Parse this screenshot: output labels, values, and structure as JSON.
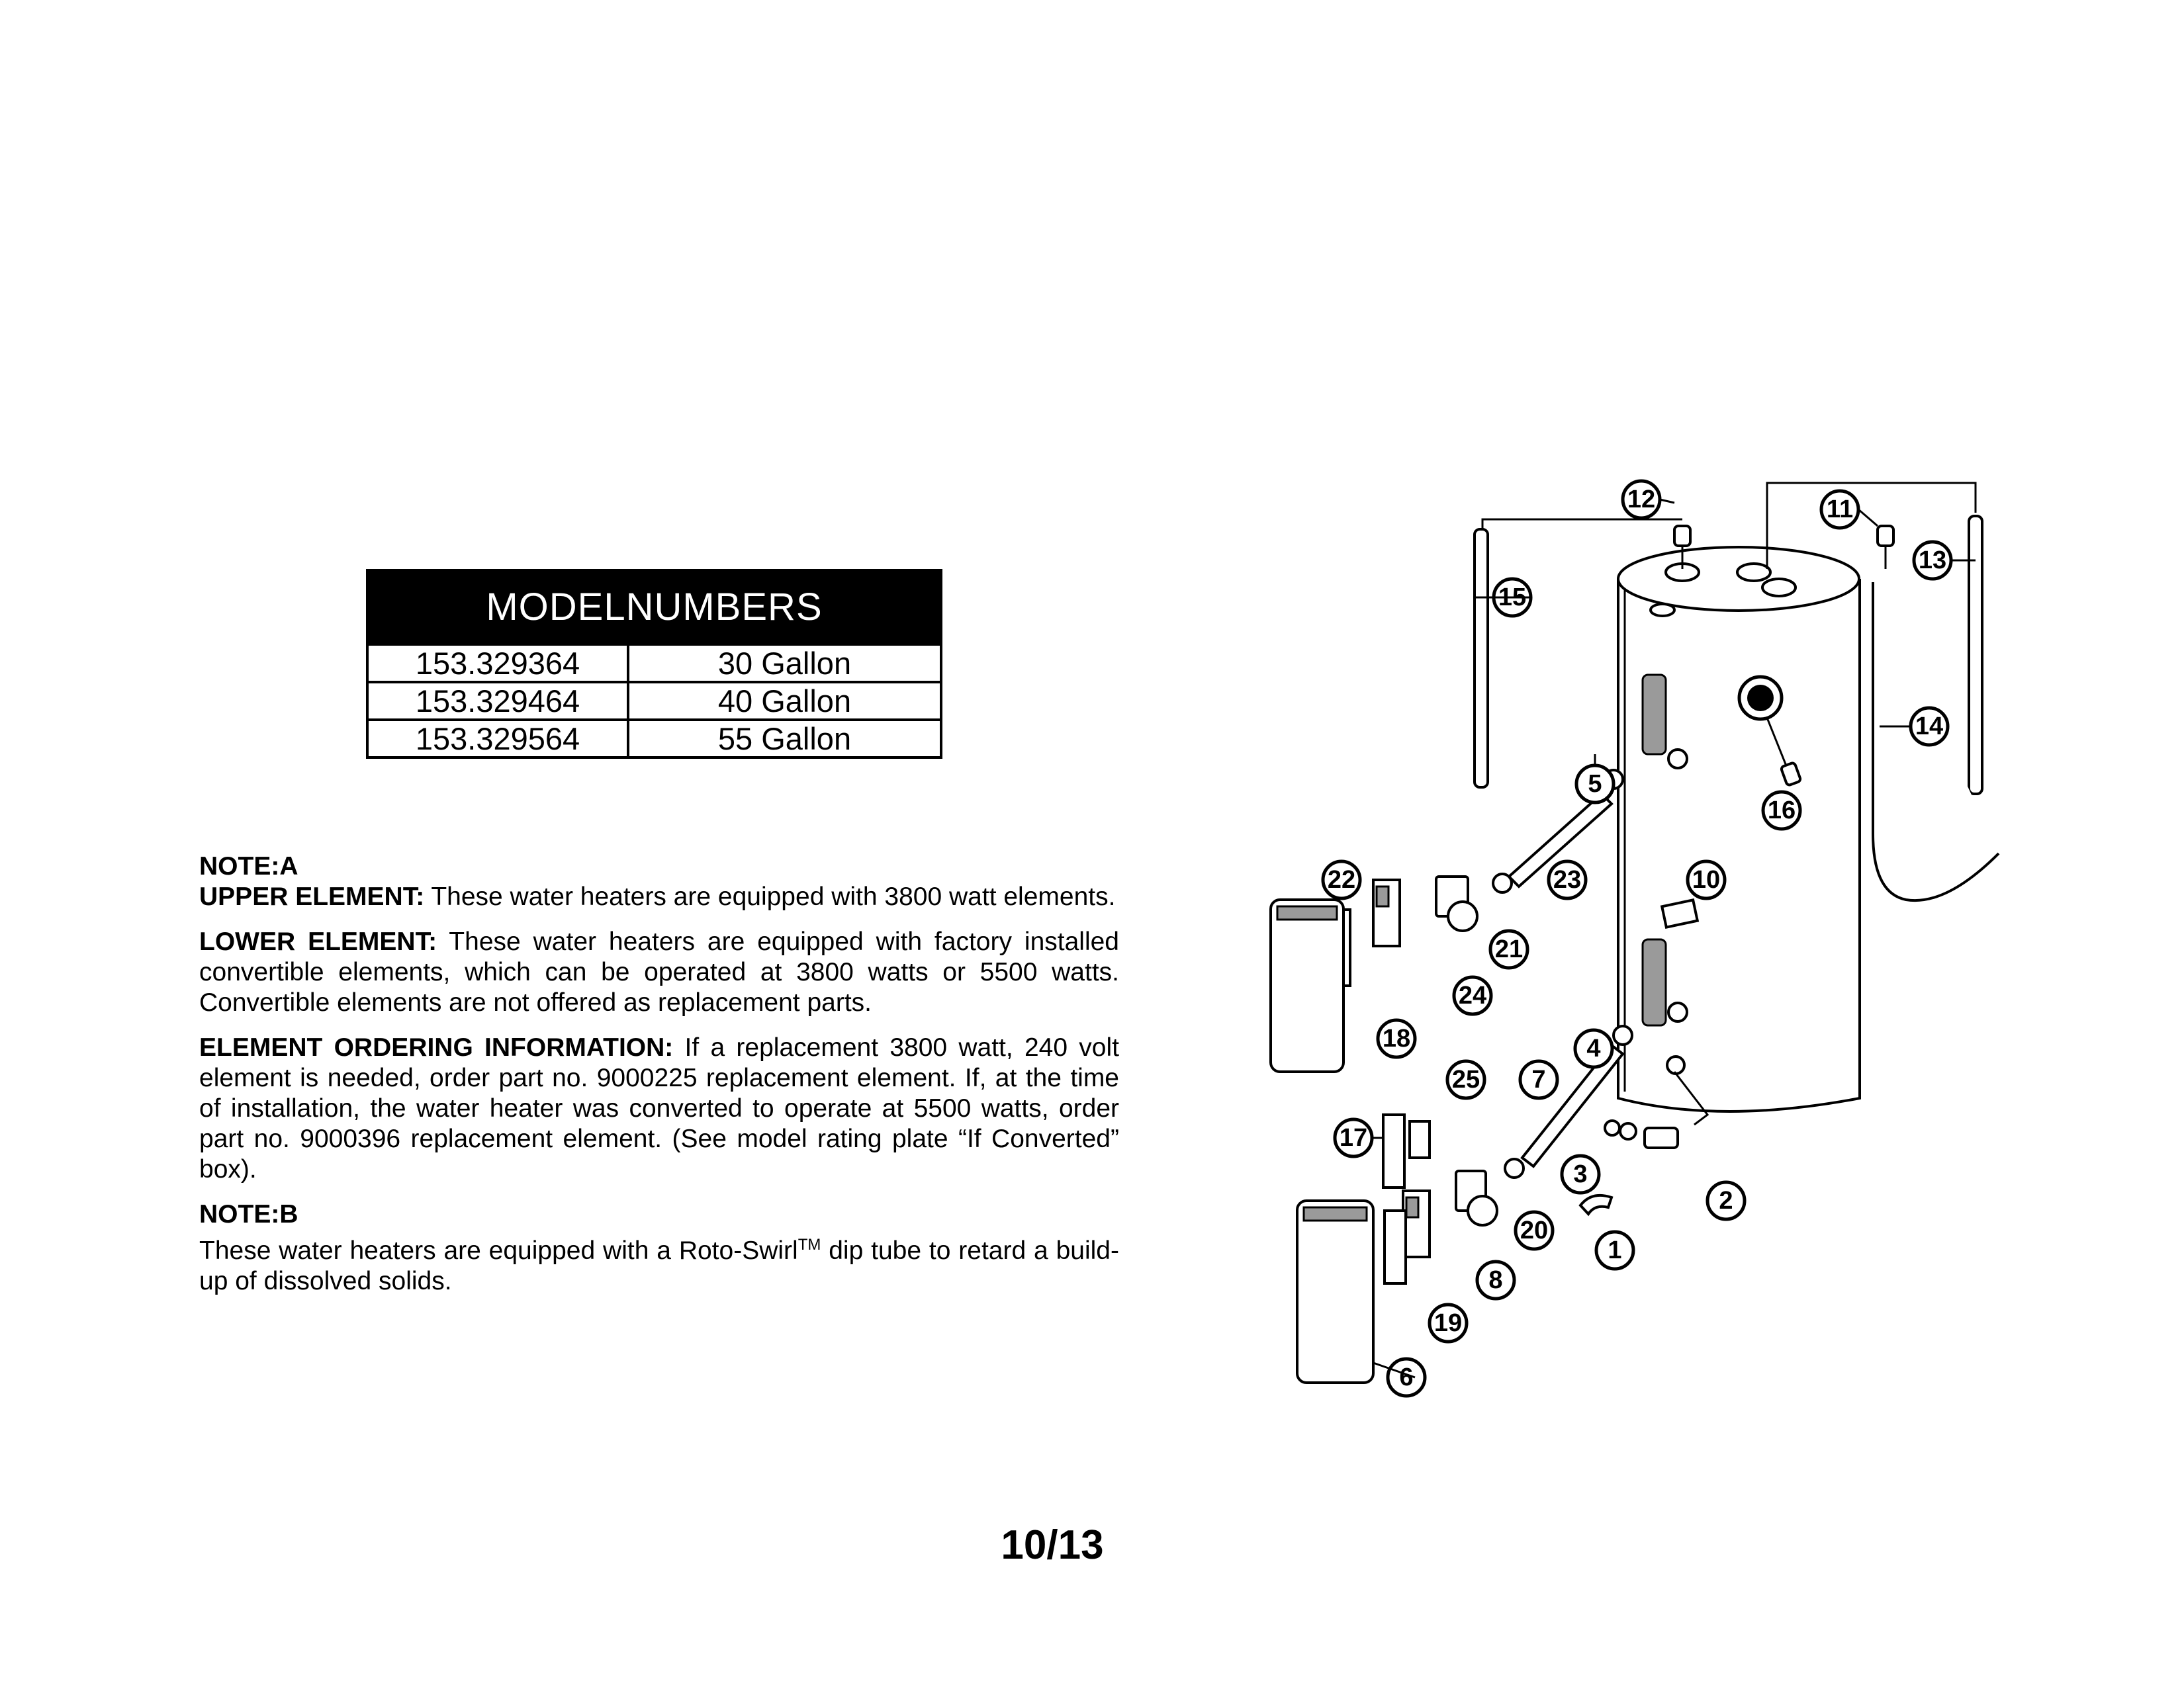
{
  "model_table": {
    "header": "MODELNUMBERS",
    "rows": [
      {
        "model": "153.329364",
        "size": "30 Gallon"
      },
      {
        "model": "153.329464",
        "size": "40 Gallon"
      },
      {
        "model": "153.329564",
        "size": "55 Gallon"
      }
    ]
  },
  "notes": {
    "note_a_title": "NOTE:A",
    "upper_label": "UPPER ELEMENT:",
    "upper_text": " These water heaters are equipped with 3800 watt elements.",
    "lower_label": "LOWER ELEMENT:",
    "lower_text": " These water heaters are equipped with factory installed convertible elements, which can be operated at 3800 watts or 5500 watts. Convertible elements are not offered as replacement parts.",
    "ordering_label": "ELEMENT ORDERING INFORMATION:",
    "ordering_text": " If a replacement 3800 watt, 240 volt element is needed, order part no. 9000225 replacement element. If, at the time of installation, the water heater was converted to operate at 5500 watts, order part no. 9000396 replacement element. (See model rating plate “If Converted” box).",
    "note_b_title": "NOTE:B",
    "note_b_text_before": "These water heaters are equipped with a Roto-Swirl",
    "note_b_tm": "TM",
    "note_b_text_after": " dip tube to retard a build-up of dissolved solids."
  },
  "page_number": "10/13",
  "diagram_callouts": [
    "1",
    "2",
    "3",
    "4",
    "5",
    "6",
    "7",
    "8",
    "10",
    "11",
    "12",
    "13",
    "14",
    "15",
    "16",
    "17",
    "18",
    "19",
    "20",
    "21",
    "22",
    "23",
    "24",
    "25"
  ]
}
